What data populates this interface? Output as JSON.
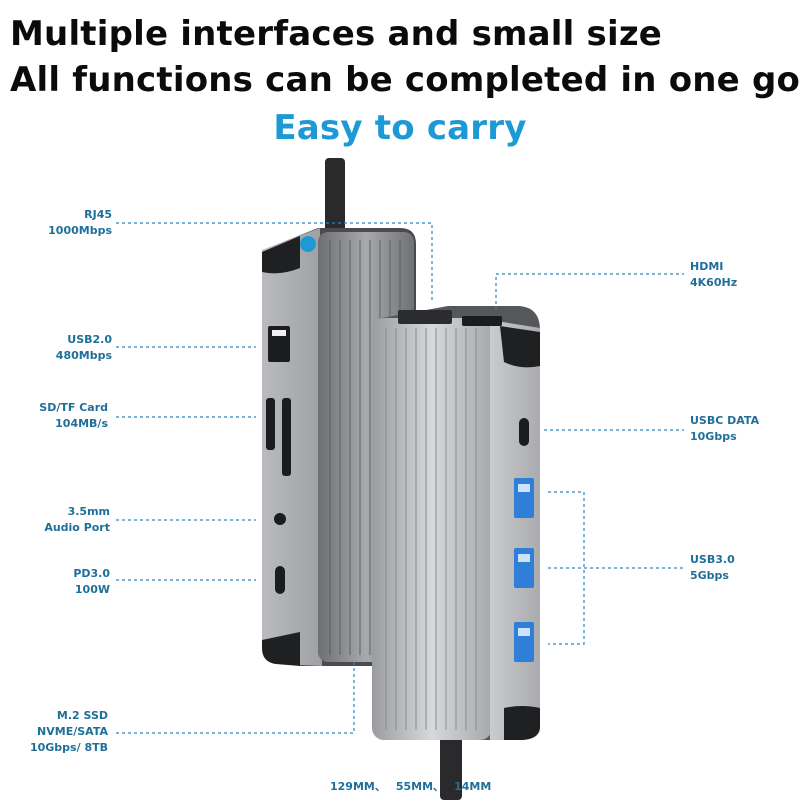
{
  "headlines": {
    "line1": "Multiple interfaces and small size",
    "line2": "All functions can be completed in one go",
    "line3": "Easy to carry"
  },
  "ports_left": [
    {
      "line1": "RJ45",
      "line2": "1000Mbps"
    },
    {
      "line1": "USB2.0",
      "line2": "480Mbps"
    },
    {
      "line1": "SD/TF Card",
      "line2": "104MB/s"
    },
    {
      "line1": "3.5mm",
      "line2": "Audio Port"
    },
    {
      "line1": "PD3.0",
      "line2": "100W"
    },
    {
      "line1": "M.2  SSD",
      "line2": "NVME/SATA",
      "line3": "10Gbps/  8TB"
    }
  ],
  "ports_right": [
    {
      "line1": "HDMI",
      "line2": "4K60Hz"
    },
    {
      "line1": "USBC DATA",
      "line2": "10Gbps"
    },
    {
      "line1": "USB3.0",
      "line2": "5Gbps"
    }
  ],
  "dimensions": [
    "129MM、",
    "55MM、",
    "14MM"
  ],
  "colors": {
    "headline": "#0b0b0b",
    "accent_blue": "#1d9ad6",
    "label_blue": "#1f6f99",
    "usb3_blue": "#2f7fd8",
    "body_dark": "#3a3b3f",
    "body_light": "#c4c6c9"
  }
}
